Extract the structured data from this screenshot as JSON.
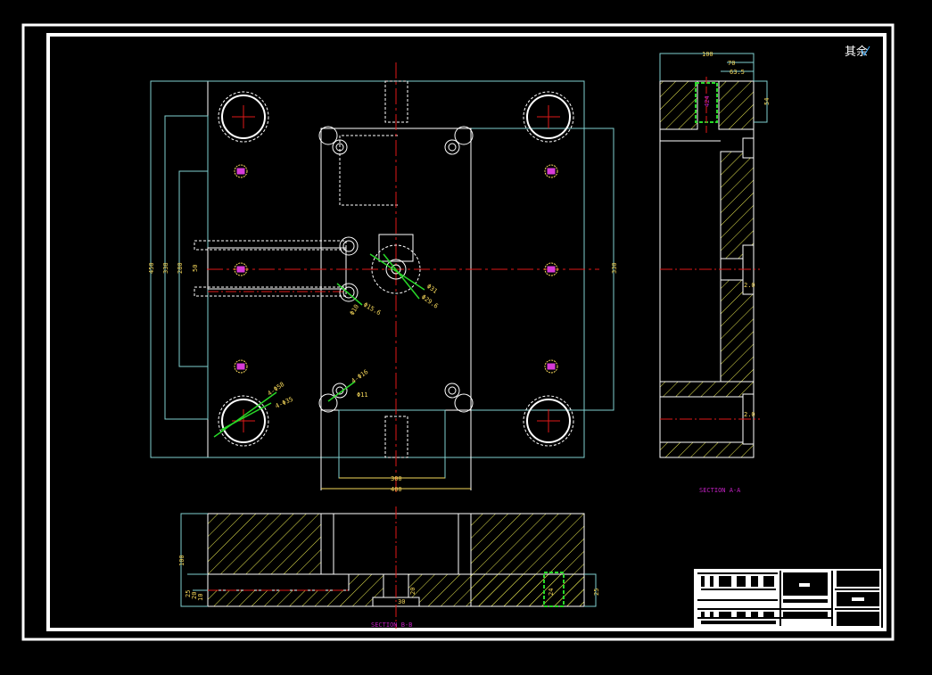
{
  "corner_mark": "其余",
  "section_labels": {
    "side": "SECTION A-A",
    "bottom": "SECTION B-B"
  },
  "plan_dims": {
    "d_main_1": "Φ31",
    "d_main_2": "Φ29.6",
    "d_small_1": "4-Φ16",
    "d_small_2": "Φ11",
    "d_guide_1": "4-Φ58",
    "d_guide_2": "4-Φ35",
    "d_stop": "Φ15.6",
    "d_bush": "Φ10",
    "w_inner": "300",
    "w_outer": "400",
    "h_left_1": "450",
    "h_left_2": "338",
    "h_left_3": "280",
    "h_left_4": "50",
    "h_right": "330"
  },
  "side_dims": {
    "top_1": "100",
    "top_2": "70",
    "top_3": "63.5",
    "right": "54",
    "mid": "2.0",
    "lower": "2.0",
    "pad": "424"
  },
  "bottom_dims": {
    "h_total": "100",
    "h_a": "25",
    "h_b": "20",
    "h_c": "10",
    "h_right": "25",
    "h_center": "20",
    "pad": "24",
    "bottom": "30"
  },
  "colors": {
    "background": "#000000",
    "border": "#ffffff",
    "outline": "#ffffff",
    "construction": "#7fd0d0",
    "centerline": "#e01818",
    "hatch": "#e8e850",
    "dimension": "#f5d75a",
    "leader": "#28d828",
    "label": "#c020c0"
  }
}
